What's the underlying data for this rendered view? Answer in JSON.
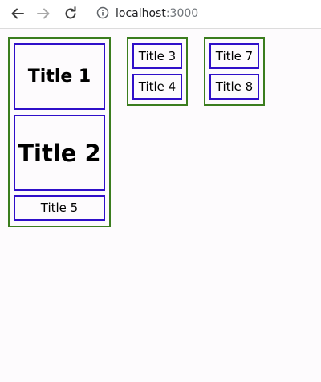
{
  "browser": {
    "url_host": "localhost",
    "url_port": ":3000",
    "icons": [
      "back-arrow-icon",
      "forward-arrow-icon",
      "reload-icon",
      "info-icon"
    ]
  },
  "colors": {
    "column_border": "#3b7d1e",
    "card_border": "#2f0fc9"
  },
  "columns": [
    {
      "cards": [
        {
          "title": "Title 1"
        },
        {
          "title": "Title 2"
        },
        {
          "title": "Title 5"
        }
      ]
    },
    {
      "cards": [
        {
          "title": "Title 3"
        },
        {
          "title": "Title 4"
        }
      ]
    },
    {
      "cards": [
        {
          "title": "Title 7"
        },
        {
          "title": "Title 8"
        }
      ]
    }
  ]
}
